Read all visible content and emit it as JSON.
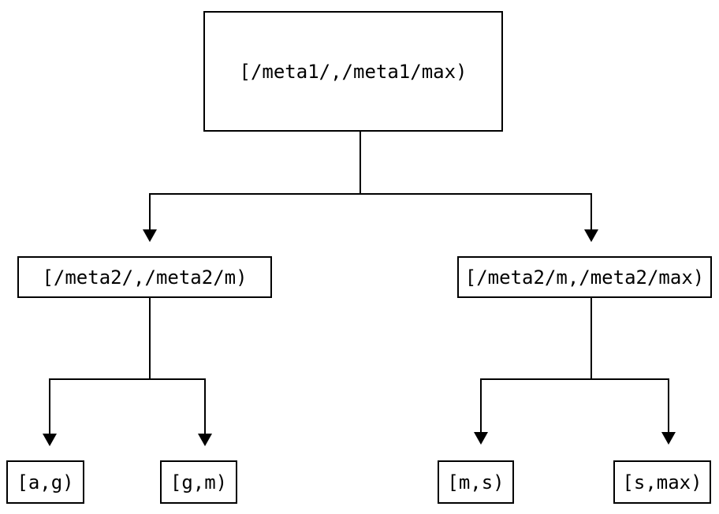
{
  "diagram": {
    "type": "tree",
    "background_color": "#ffffff",
    "line_color": "#000000",
    "text_color": "#000000",
    "nodes": {
      "root": {
        "label": "[/meta1/,/meta1/max)"
      },
      "meta2_lo": {
        "label": "[/meta2/,/meta2/m)"
      },
      "meta2_hi": {
        "label": "[/meta2/m,/meta2/max)"
      },
      "leaf_ag": {
        "label": "[a,g)"
      },
      "leaf_gm": {
        "label": "[g,m)"
      },
      "leaf_ms": {
        "label": "[m,s)"
      },
      "leaf_smax": {
        "label": "[s,max)"
      }
    },
    "edges": [
      {
        "from": "root",
        "to": "meta2_lo"
      },
      {
        "from": "root",
        "to": "meta2_hi"
      },
      {
        "from": "meta2_lo",
        "to": "leaf_ag"
      },
      {
        "from": "meta2_lo",
        "to": "leaf_gm"
      },
      {
        "from": "meta2_hi",
        "to": "leaf_ms"
      },
      {
        "from": "meta2_hi",
        "to": "leaf_smax"
      }
    ]
  }
}
